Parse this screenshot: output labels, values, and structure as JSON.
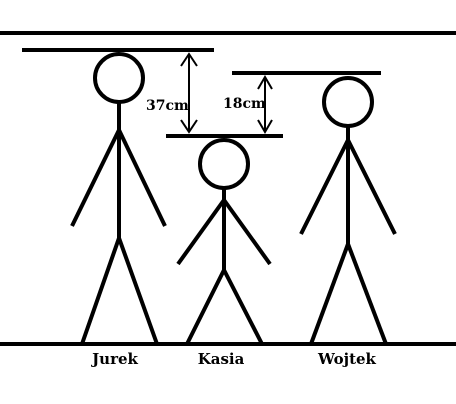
{
  "people": [
    {
      "name": "Jurek"
    },
    {
      "name": "Kasia"
    },
    {
      "name": "Wojtek"
    }
  ],
  "measurements": [
    {
      "label": "37cm"
    },
    {
      "label": "18cm"
    }
  ]
}
